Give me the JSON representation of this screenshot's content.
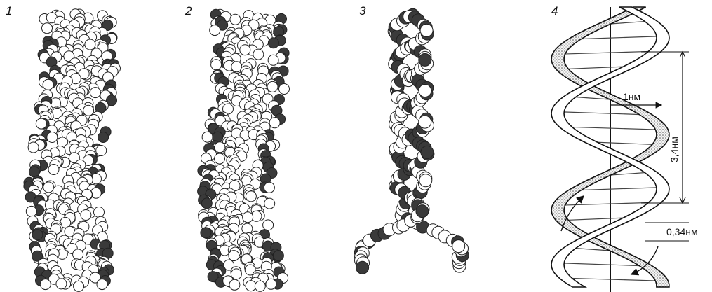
{
  "panels": [
    {
      "number": "1"
    },
    {
      "number": "2"
    },
    {
      "number": "3"
    },
    {
      "number": "4"
    }
  ],
  "dimensions": {
    "diameter": "1нм",
    "pitch": "3,4нм",
    "rise": "0,34нм"
  }
}
